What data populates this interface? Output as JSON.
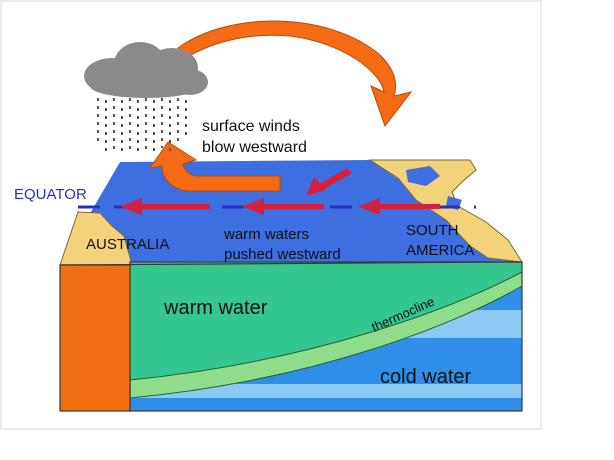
{
  "labels": {
    "surface_winds": "surface winds",
    "blow_westward": "blow westward",
    "equator": "EQUATOR",
    "australia": "AUSTRALIA",
    "warm_waters": "warm waters",
    "pushed_westward": "pushed westward",
    "south": "SOUTH",
    "america": "AMERICA",
    "warm_water": "warm water",
    "thermocline": "thermocline",
    "cold_water": "cold water"
  },
  "colors": {
    "ocean_surface": "#3d6fe0",
    "land": "#f2d27a",
    "warm_water_fill": "#33c78f",
    "thermocline_band": "#8fdc8a",
    "cold_water": "#2f8fe8",
    "cold_water_light": "#8cc9f2",
    "arrow_orange": "#f56a14",
    "wind_arrow": "#d4203a",
    "equator_dash": "#2a2fc0",
    "equator_text": "#2a2fc0",
    "cloud": "#8a8a8a",
    "rain": "#555555",
    "side_orange": "#f26e12"
  }
}
